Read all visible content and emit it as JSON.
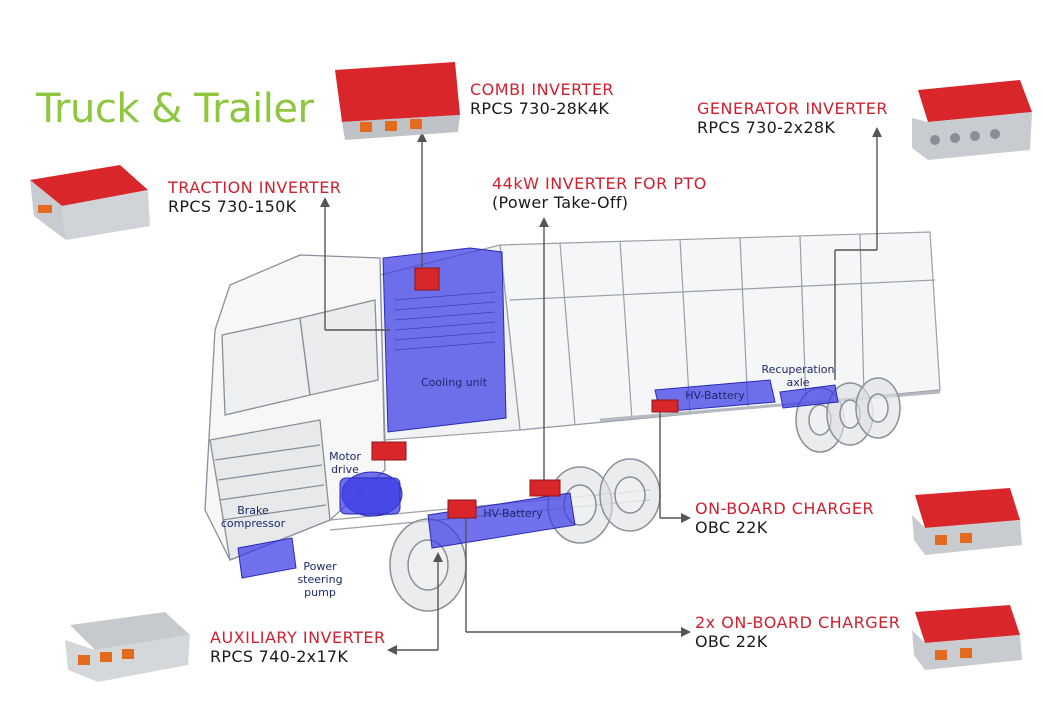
{
  "title": "Truck & Trailer",
  "labels": {
    "combi": {
      "name": "COMBI INVERTER",
      "model": "RPCS 730-28K4K"
    },
    "generator": {
      "name": "GENERATOR INVERTER",
      "model": "RPCS 730-2x28K"
    },
    "traction": {
      "name": "TRACTION INVERTER",
      "model": "RPCS 730-150K"
    },
    "pto": {
      "name": "44kW INVERTER FOR PTO",
      "model": "(Power Take-Off)"
    },
    "obc": {
      "name": "ON-BOARD CHARGER",
      "model": "OBC 22K"
    },
    "obc2": {
      "name": "2x ON-BOARD CHARGER",
      "model": "OBC 22K"
    },
    "auxiliary": {
      "name": "AUXILIARY INVERTER",
      "model": "RPCS 740-2x17K"
    }
  },
  "components": {
    "cooling_unit": "Cooling unit",
    "hv_battery_trailer": "HV-Battery",
    "hv_battery_truck": "HV-Battery",
    "recuperation_axle": "Recuperation axle",
    "motor_drive": "Motor drive",
    "brake_compressor": "Brake compressor",
    "power_steering_pump": "Power steering pump"
  },
  "colors": {
    "title": "#8dc63f",
    "label_name": "#d0202e",
    "component_fill": "#3a3ae6",
    "device_red": "#d8262b",
    "device_silver": "#bfc3c7",
    "leader_line": "#555555"
  },
  "icons": [
    "product-photo-combi",
    "product-photo-generator",
    "product-photo-traction",
    "product-photo-obc",
    "product-photo-obc2",
    "product-photo-auxiliary"
  ]
}
